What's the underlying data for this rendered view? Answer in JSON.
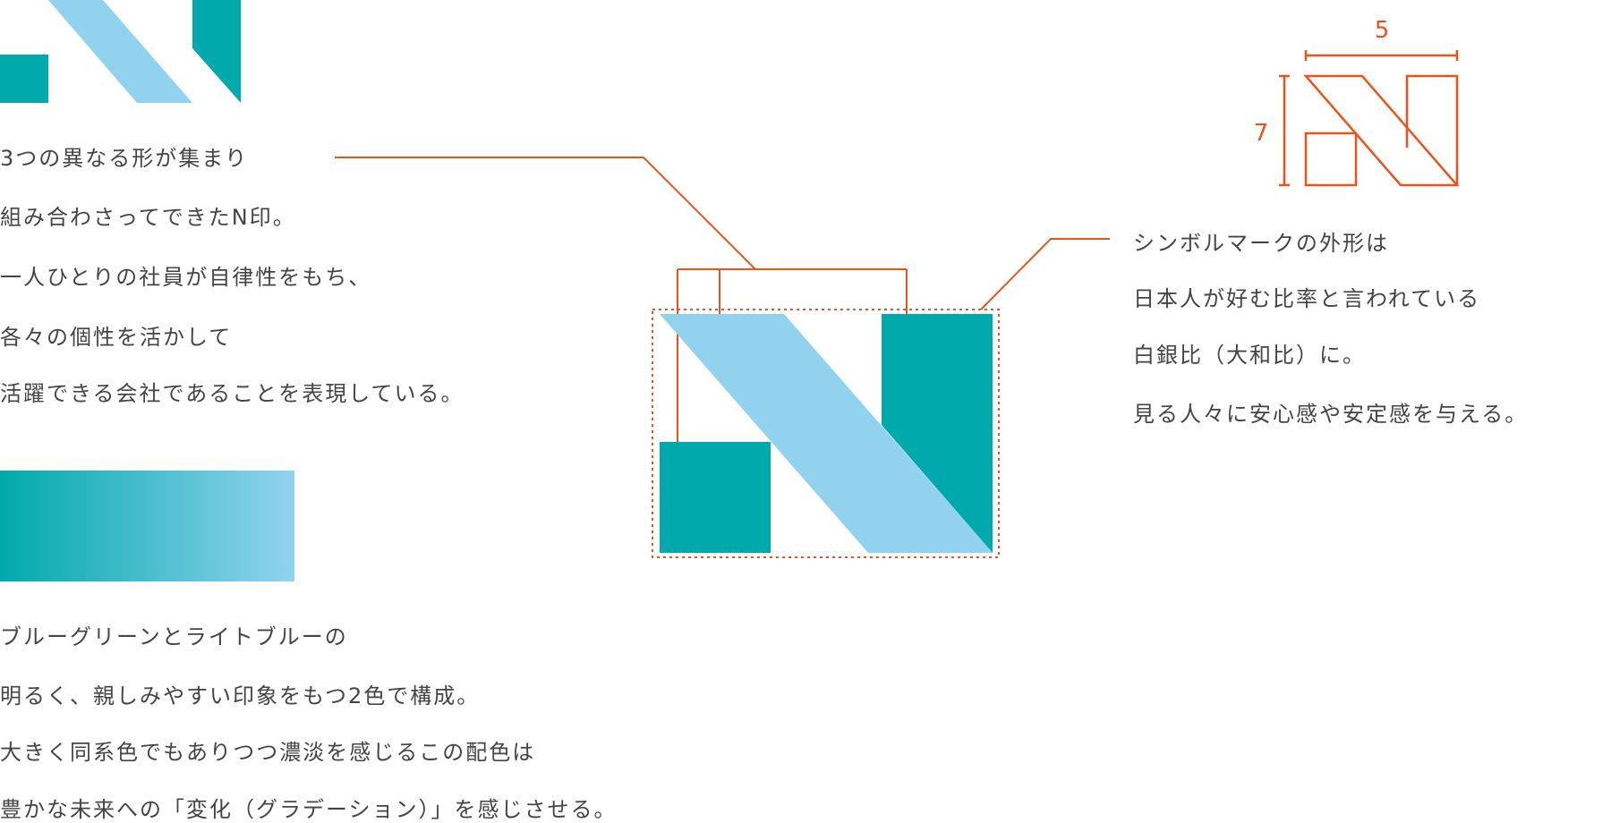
{
  "colors": {
    "teal": "#00a9ab",
    "light_blue": "#91d3ee",
    "accent": "#e8541c",
    "text": "#444444"
  },
  "block_shapes": {
    "lines": [
      "3つの異なる形が集まり",
      "組み合わさってできたN印。",
      "一人ひとりの社員が自律性をもち、",
      "各々の個性を活かして",
      "活躍できる会社であることを表現している。"
    ]
  },
  "block_ratio": {
    "lines": [
      "シンボルマークの外形は",
      "日本人が好む比率と言われている",
      "白銀比（大和比）に。",
      "見る人々に安心感や安定感を与える。"
    ]
  },
  "block_colors": {
    "lines": [
      "ブルーグリーンとライトブルーの",
      "明るく、親しみやすい印象をもつ2色で構成。",
      "大きく同系色でもありつつ濃淡を感じるこの配色は",
      "豊かな未来への「変化（グラデーション）」を感じさせる。"
    ]
  },
  "ratio_diagram": {
    "width_label": "5",
    "height_label": "7"
  }
}
